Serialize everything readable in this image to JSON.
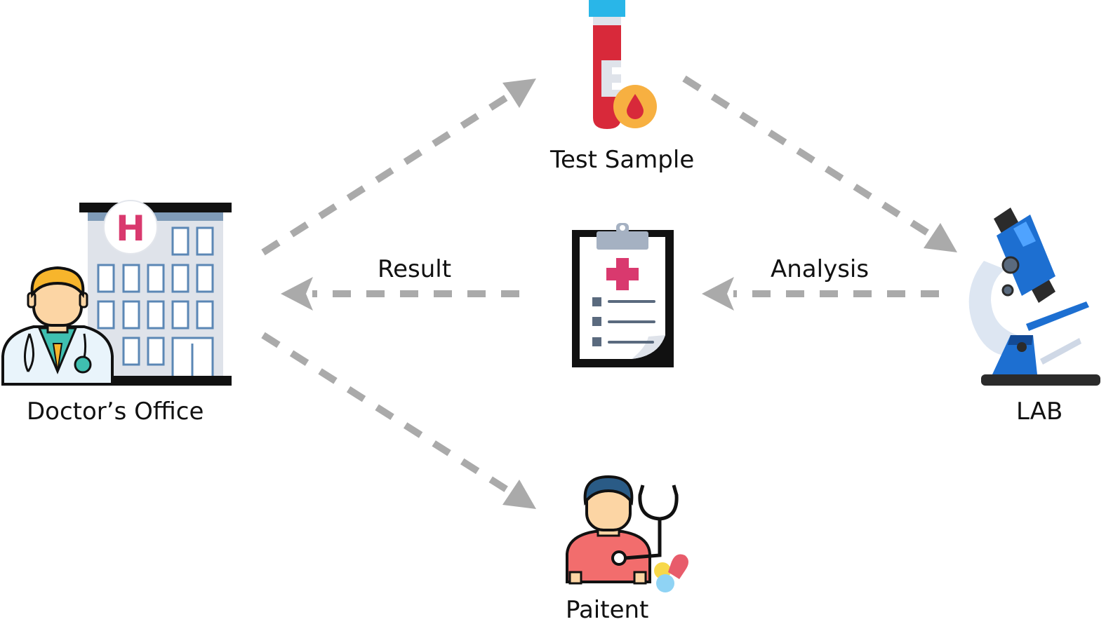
{
  "nodes": {
    "doctor_office": "Doctor’s Office",
    "test_sample": "Test Sample",
    "lab": "LAB",
    "patient": "Paitent"
  },
  "edges": {
    "result": "Result",
    "analysis": "Analysis"
  },
  "hospital_sign": "H",
  "colors": {
    "arrow": "#aaaaaa",
    "tube_red": "#d8293a",
    "tube_cap": "#29b6e8",
    "drop_badge": "#f7b041",
    "cross": "#d9396e",
    "microscope_blue": "#1d6fd1",
    "patient_shirt": "#f26d6d",
    "hair": "#2a5b86",
    "doctor_hair": "#f7b52c",
    "skin": "#fcd5a4",
    "outline": "#111111"
  }
}
